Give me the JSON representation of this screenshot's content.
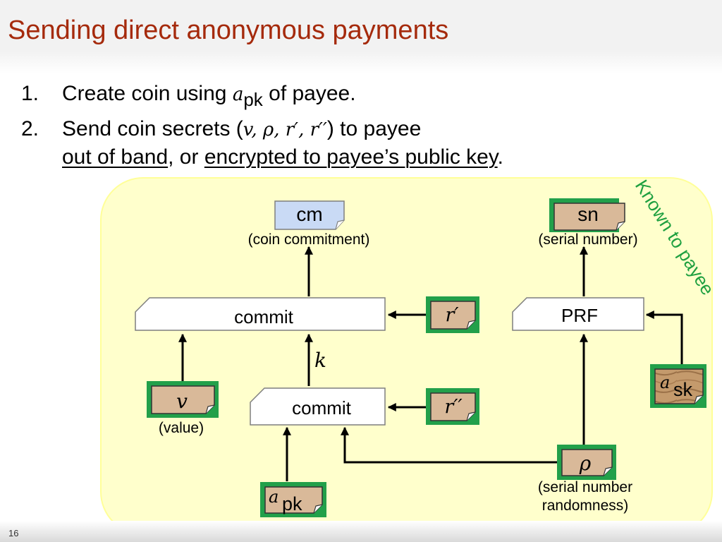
{
  "title": "Sending direct anonymous payments",
  "bullets": [
    {
      "num": "1.",
      "text_before": "Create coin using ",
      "math_base": "a",
      "math_sub": "pk",
      "text_after": " of payee."
    },
    {
      "num": "2.",
      "text_before": "Send coin secrets (",
      "math": "v, ρ, r′, r′′",
      "text_after": ") to payee",
      "line2_link1": "out of band",
      "line2_mid": ", or ",
      "line2_link2": "encrypted to payee’s public key",
      "line2_end": "."
    }
  ],
  "diagram": {
    "region_label": "Known to payee",
    "cm": {
      "label": "cm",
      "caption": "(coin commitment)"
    },
    "sn": {
      "label": "sn",
      "caption": "(serial number)"
    },
    "commit_top": "commit",
    "commit_bottom": "commit",
    "prf": "PRF",
    "k": "k",
    "r_prime": "r′",
    "r_dprime": "r′′",
    "v": {
      "label": "v",
      "caption": "(value)"
    },
    "a_sk": {
      "base": "a",
      "sub": "sk"
    },
    "a_pk": {
      "base": "a",
      "sub": "pk"
    },
    "rho": {
      "label": "ρ",
      "caption_line1": "(serial number",
      "caption_line2": "randomness)"
    }
  },
  "colors": {
    "title": "#a52a0c",
    "region_fill": "#ffffcc",
    "region_border": "#ffff99",
    "green_frame": "#22a04a",
    "tan_fill": "#d9b999",
    "cm_fill": "#c9daf5",
    "region_label": "#1fa040"
  },
  "page_number": "16"
}
